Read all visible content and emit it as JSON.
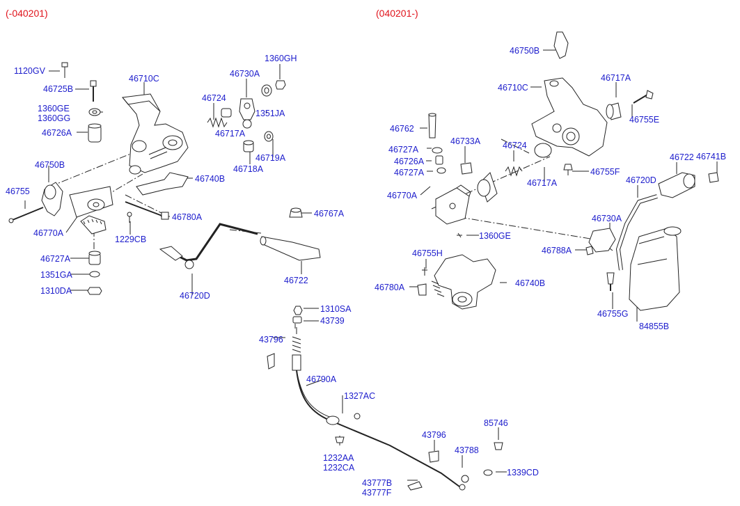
{
  "colors": {
    "label": "#1c1ccc",
    "header": "#e0141c",
    "line": "#222222",
    "fill": "#ffffff",
    "shade": "#cfcfcf"
  },
  "headers": {
    "left": "(-040201)",
    "right": "(040201-)"
  },
  "labels": {
    "p1120GV": "1120GV",
    "p46725B": "46725B",
    "p1360GE_l": "1360GE",
    "p1360GG": "1360GG",
    "p46726A_l": "46726A",
    "p46710C_l": "46710C",
    "p46730A_l": "46730A",
    "p1360GH": "1360GH",
    "p46724_l": "46724",
    "p1351JA": "1351JA",
    "p46717A_l": "46717A",
    "p46719A": "46719A",
    "p46718A": "46718A",
    "p46740B_l": "46740B",
    "p46750B_l": "46750B",
    "p46755": "46755",
    "p46770A_l": "46770A",
    "p46780A_l": "46780A",
    "p1229CB": "1229CB",
    "p46767A": "46767A",
    "p46727A_l": "46727A",
    "p1351GA": "1351GA",
    "p1310DA": "1310DA",
    "p46720D_l": "46720D",
    "p46722_l": "46722",
    "p1310SA": "1310SA",
    "p43739": "43739",
    "p43796_a": "43796",
    "p46790A": "46790A",
    "p1327AC": "1327AC",
    "p1232AA": "1232AA",
    "p1232CA": "1232CA",
    "p43796_b": "43796",
    "p43788": "43788",
    "p85746": "85746",
    "p1339CD": "1339CD",
    "p43777B": "43777B",
    "p43777F": "43777F",
    "p46750B_r": "46750B",
    "p46710C_r": "46710C",
    "p46717A_r1": "46717A",
    "p46755E": "46755E",
    "p46762": "46762",
    "p46727A_r1": "46727A",
    "p46733A": "46733A",
    "p46726A_r": "46726A",
    "p46727A_r2": "46727A",
    "p46724_r": "46724",
    "p46717A_r2": "46717A",
    "p46755F": "46755F",
    "p46722_r": "46722",
    "p46741B": "46741B",
    "p46770A_r": "46770A",
    "p46720D_r": "46720D",
    "p46730A_r": "46730A",
    "p1360GE_r": "1360GE",
    "p46788A": "46788A",
    "p46755H": "46755H",
    "p46780A_r": "46780A",
    "p46740B_r": "46740B",
    "p46755G": "46755G",
    "p84855B": "84855B"
  }
}
